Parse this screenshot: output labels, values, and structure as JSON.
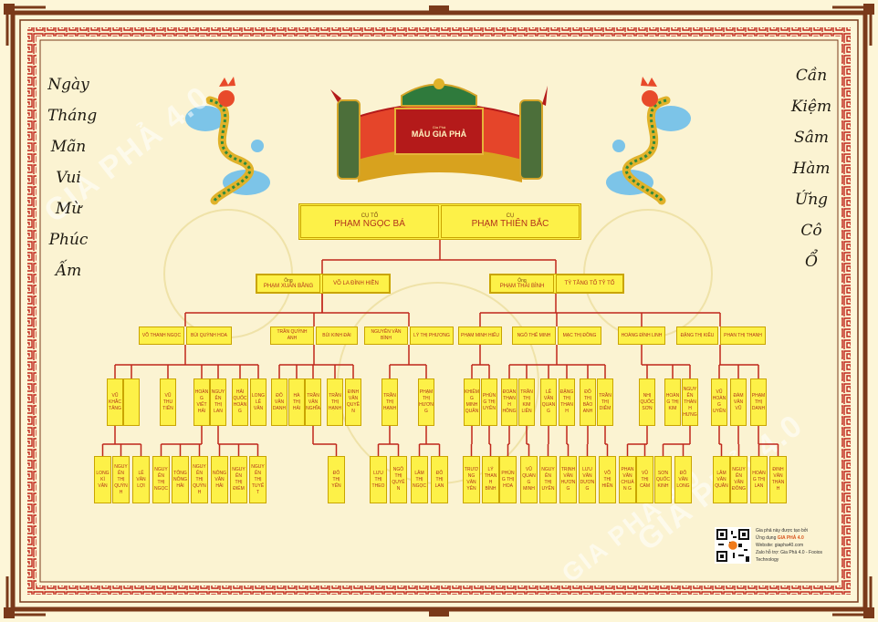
{
  "title": {
    "small": "Gia Phả",
    "main": "MẪU GIA PHẢ"
  },
  "couplets": {
    "left": [
      "Ngày",
      "Tháng",
      "Mãn",
      "Vui",
      "Mừ",
      "Phúc",
      "Ấm"
    ],
    "right": [
      "Cần",
      "Kiệm",
      "Sâm",
      "Hàm",
      "Ứng",
      "Cô",
      "Ổ"
    ]
  },
  "watermarks": [
    "GIA PHẢ 4.0",
    "GIA PHẢ 4.0",
    "GIA PHẢ 4.0"
  ],
  "root": {
    "left_label": "CỤ TỔ",
    "left_name": "PHẠM NGỌC BÁ",
    "right_label": "CỤ",
    "right_name": "PHẠM THIÊN BẮC"
  },
  "gen2": [
    {
      "label": "Ông",
      "name": "PHẠM XUÂN BẰNG",
      "spouse": "VÕ LA ĐÌNH HIỀN"
    },
    {
      "label": "Ông",
      "name": "PHẠM THÁI BÌNH",
      "spouse": "TỲ TẰNG TỐ TỶ TỔ"
    }
  ],
  "gen3": [
    {
      "name": "VÕ THANH NGỌC",
      "spouse": "BÙI QUỲNH HOA"
    },
    {
      "name": "TRẦN QUỲNH ANH",
      "spouse": "BÙI KINH ĐÀI"
    },
    {
      "name": "NGUYỄN VĂN BÌNH",
      "spouse": "LÝ THỊ PHƯƠNG"
    },
    {
      "name": "PHẠM MINH HIẾU",
      "spouse": ""
    },
    {
      "name": "NGÔ THẾ MINH",
      "spouse": "MẠC THỊ ĐỒNG"
    },
    {
      "name": "HOÀNG ĐÌNH LINH",
      "spouse": ""
    },
    {
      "name": "ĐẶNG THỊ KIỀU",
      "spouse": "PHAN THỊ THANH"
    }
  ],
  "gen4": [
    "VŨ KHẮC TĂNG",
    "",
    "VŨ THU TIẾN",
    "HOÀNG VIẾT HẢI",
    "NGUYỄN THỊ LAN",
    "HẢI QUỐC HOÀNG",
    "LONG LÊ VĂN",
    "ĐỖ VĂN DANH",
    "HÀ THỊ HẢI",
    "TRẦN VĂN NGHĨA",
    "TRẦN THỊ HẠNH",
    "ĐINH VĂN QUYỀN",
    "TRẦN THỊ HẠNH",
    "PHẠM THỊ HƯƠNG",
    "KHIÊM G MINH QUÂN",
    "PHÙNG THỊ UYÊN",
    "ĐOÀN THANH HỒNG",
    "TRẦN THỊ KIM LIÊN",
    "LÊ VĂN QUANG",
    "ĐẶNG THỊ THANH",
    "ĐỖ THỊ BẢO ANH",
    "TRẦN THỊ DIỄM",
    "NHỊ QUỐC SƠN",
    "HOÀNG THỊ KIM",
    "NGUYỄN THÀNH HƯNG",
    "VŨ HOÀNG UYÊN",
    "ĐÀM VĂN VŨ",
    "PHẠM THỊ DANH"
  ],
  "gen5": [
    "LONG KÌ VĂN",
    "NGUYỄN THỊ QUỲNH",
    "LÊ VĂN LỢI",
    "NGUYỄN THỊ NGỌC",
    "TÔNG NÔNG HẢI",
    "NGUYỄN THỊ QUỲNH",
    "NÔNG VĂN HẢI",
    "NGUYỄN THỊ ĐIỂM",
    "NGUYỄN THỊ TUYẾT",
    "ĐỖ THỊ YẾN",
    "LƯU THỊ THEO",
    "NGÔ THỊ QUYÊN",
    "LÂM THỊ NGỌC",
    "ĐỖ THỊ LAN",
    "TRƯƠNG VĂN YÊN",
    "LÝ THANH BÌNH",
    "PHÙNG THỊ HOA",
    "VŨ QUANG MINH",
    "NGUYỄN THỊ UYÊN",
    "TRỊNH VĂN HƯƠNG",
    "LƯU VĂN DƯƠNG",
    "VÕ THỊ HIỀN",
    "PHAN VĂN CHUẨN G",
    "VŨ THỊ CẨM",
    "SƠN QUỐC KINH",
    "ĐỖ VĂN LONG",
    "LÂM VĂN QUÂN",
    "NGUYỄN VĂN ĐÔNG",
    "HOÀNG THỊ LAN",
    "ĐINH VĂN THÀNH"
  ],
  "credits": {
    "line1": "Gia phả này được tạo bởi",
    "line2_prefix": "Ứng dụng ",
    "app": "GIA PHẢ 4.0",
    "line3": "Website: giapha40.com",
    "line4": "Zalo hỗ trợ: Gia Phả 4.0 - Fooios",
    "line5": "Technology"
  },
  "colors": {
    "box_fill": "#fdf148",
    "name_text": "#b2331c",
    "line": "#c0261b",
    "frame": "#7a3a1a",
    "banner": "#b41a1a"
  }
}
